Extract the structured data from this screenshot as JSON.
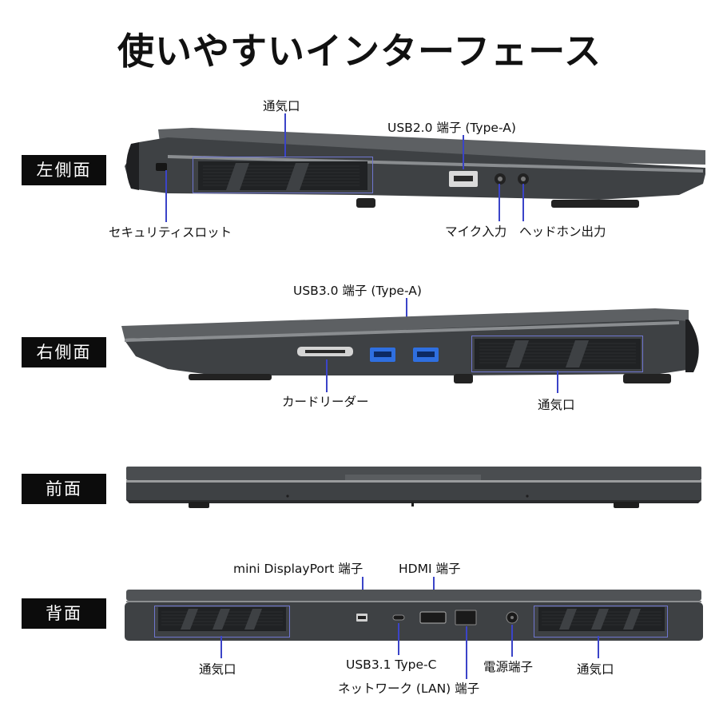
{
  "page": {
    "title": "使いやすいインターフェース"
  },
  "views": {
    "left": {
      "label": "左側面",
      "callouts": {
        "vent": "通気口",
        "usb": "USB2.0 端子 (Type-A)",
        "security": "セキュリティスロット",
        "mic": "マイク入力",
        "headphone": "ヘッドホン出力"
      }
    },
    "right": {
      "label": "右側面",
      "callouts": {
        "usb": "USB3.0 端子 (Type-A)",
        "card": "カードリーダー",
        "vent": "通気口"
      }
    },
    "front": {
      "label": "前面"
    },
    "back": {
      "label": "背面",
      "callouts": {
        "minidp": "mini DisplayPort 端子",
        "hdmi": "HDMI 端子",
        "vent_left": "通気口",
        "usbc": "USB3.1 Type-C",
        "lan": "ネットワーク (LAN) 端子",
        "power": "電源端子",
        "vent_right": "通気口"
      }
    }
  },
  "colors": {
    "leader_line": "#3b44c8",
    "highlight_box": "#6f76cf",
    "label_bg": "#0c0c0c",
    "usb3_port": "#2f6fe0"
  }
}
